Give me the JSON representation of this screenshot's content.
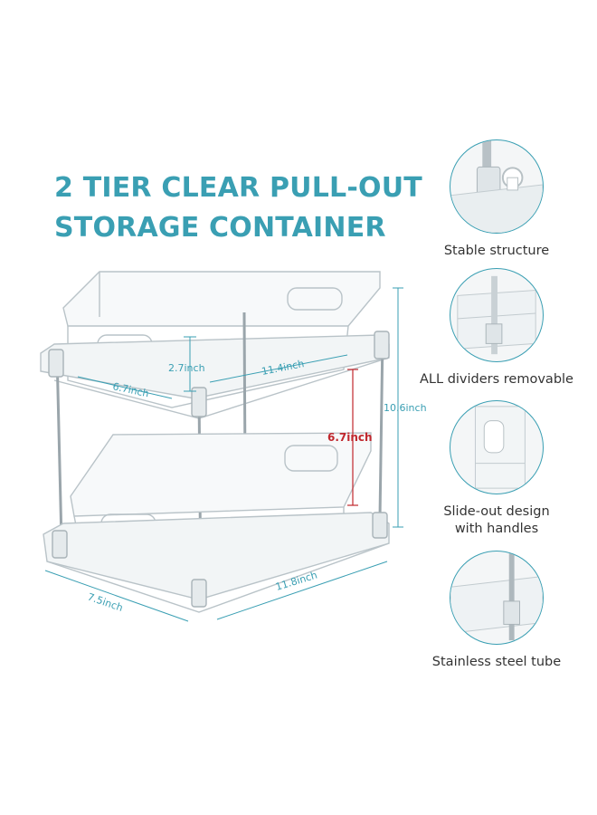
{
  "title": {
    "line1": "2 TIER CLEAR PULL-OUT",
    "line2": "STORAGE CONTAINER"
  },
  "dimensions": {
    "height_inner": "2.7inch",
    "top_length": "11.4inch",
    "top_width": "6.7inch",
    "total_height": "10.6inch",
    "tier_gap": "6.7inch",
    "base_length": "11.8inch",
    "base_width": "7.5inch"
  },
  "features": [
    {
      "label": "Stable structure",
      "icon": "connector-detail-icon"
    },
    {
      "label": "ALL dividers removable",
      "icon": "divider-detail-icon"
    },
    {
      "label": "Slide-out design\nwith handles",
      "icon": "handle-detail-icon"
    },
    {
      "label": "Stainless steel tube",
      "icon": "steel-tube-detail-icon"
    }
  ],
  "colors": {
    "accent": "#3a9fb3",
    "dimension_highlight": "#c0272d",
    "text": "#333333"
  }
}
